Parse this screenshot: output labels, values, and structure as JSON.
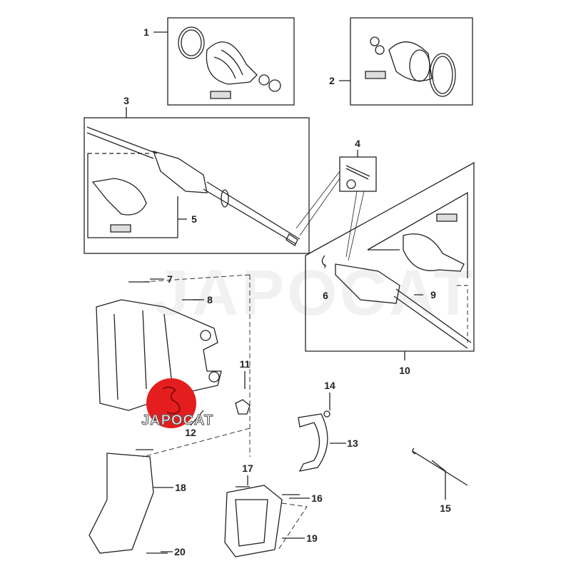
{
  "watermark": "JAPOCAT",
  "logo": {
    "text": "JAPOCAT",
    "color": "#e41e1e"
  },
  "callouts": [
    "1",
    "2",
    "3",
    "4",
    "5",
    "6",
    "7",
    "8",
    "9",
    "10",
    "11",
    "12",
    "13",
    "14",
    "15",
    "16",
    "17",
    "18",
    "19",
    "20"
  ]
}
